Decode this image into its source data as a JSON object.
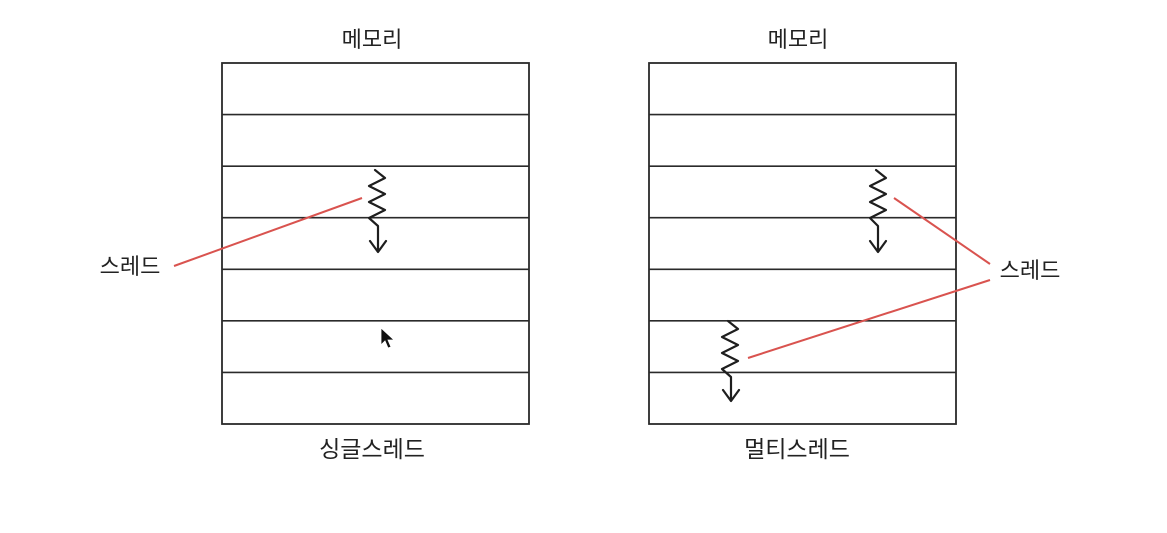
{
  "colors": {
    "pointer_line": "#d9534f",
    "ink": "#222222",
    "background": "#ffffff"
  },
  "single_panel": {
    "top_label": "메모리",
    "bottom_label": "싱글스레드",
    "side_label": "스레드"
  },
  "multi_panel": {
    "top_label": "메모리",
    "bottom_label": "멀티스레드",
    "side_label": "스레드"
  },
  "memory_rows": 7,
  "cursor_icon": "mouse-pointer-icon"
}
